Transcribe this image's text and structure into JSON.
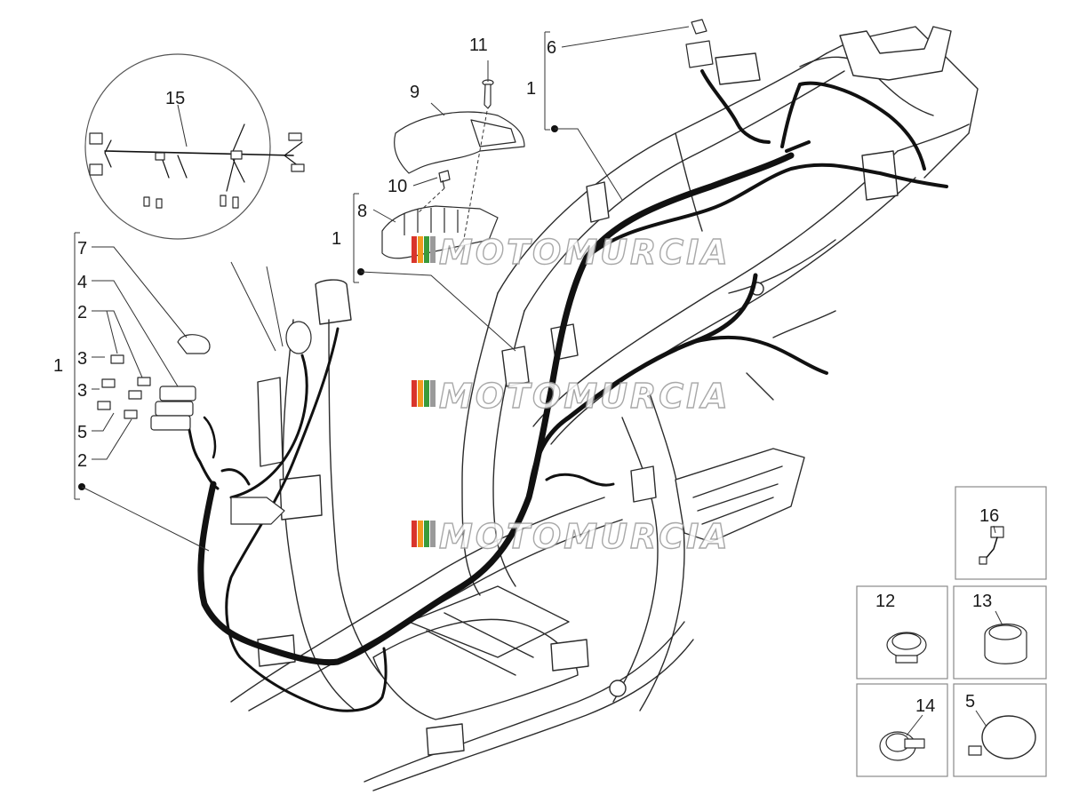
{
  "watermark": {
    "text": "MOTOMURCIA",
    "stripe_colors": [
      "#d9352b",
      "#f29a1f",
      "#3a9b3a",
      "#9a9a9a"
    ]
  },
  "callouts": {
    "c15": "15",
    "c11": "11",
    "c9": "9",
    "c10": "10",
    "c8": "8",
    "c1_mid": "1",
    "c6": "6",
    "c1_top": "1",
    "c7": "7",
    "c4": "4",
    "c2_a": "2",
    "c3_a": "3",
    "c3_b": "3",
    "c5_a": "5",
    "c2_b": "2",
    "c1_left": "1",
    "c16": "16",
    "c12": "12",
    "c13": "13",
    "c14": "14",
    "c5_b": "5"
  },
  "icons": [
    "harness-detail-circle",
    "fuse-icon",
    "relay-icon",
    "clip-icon",
    "hose-clamp-icon",
    "cable-tie-icon",
    "screw-icon",
    "frame-drawing"
  ]
}
